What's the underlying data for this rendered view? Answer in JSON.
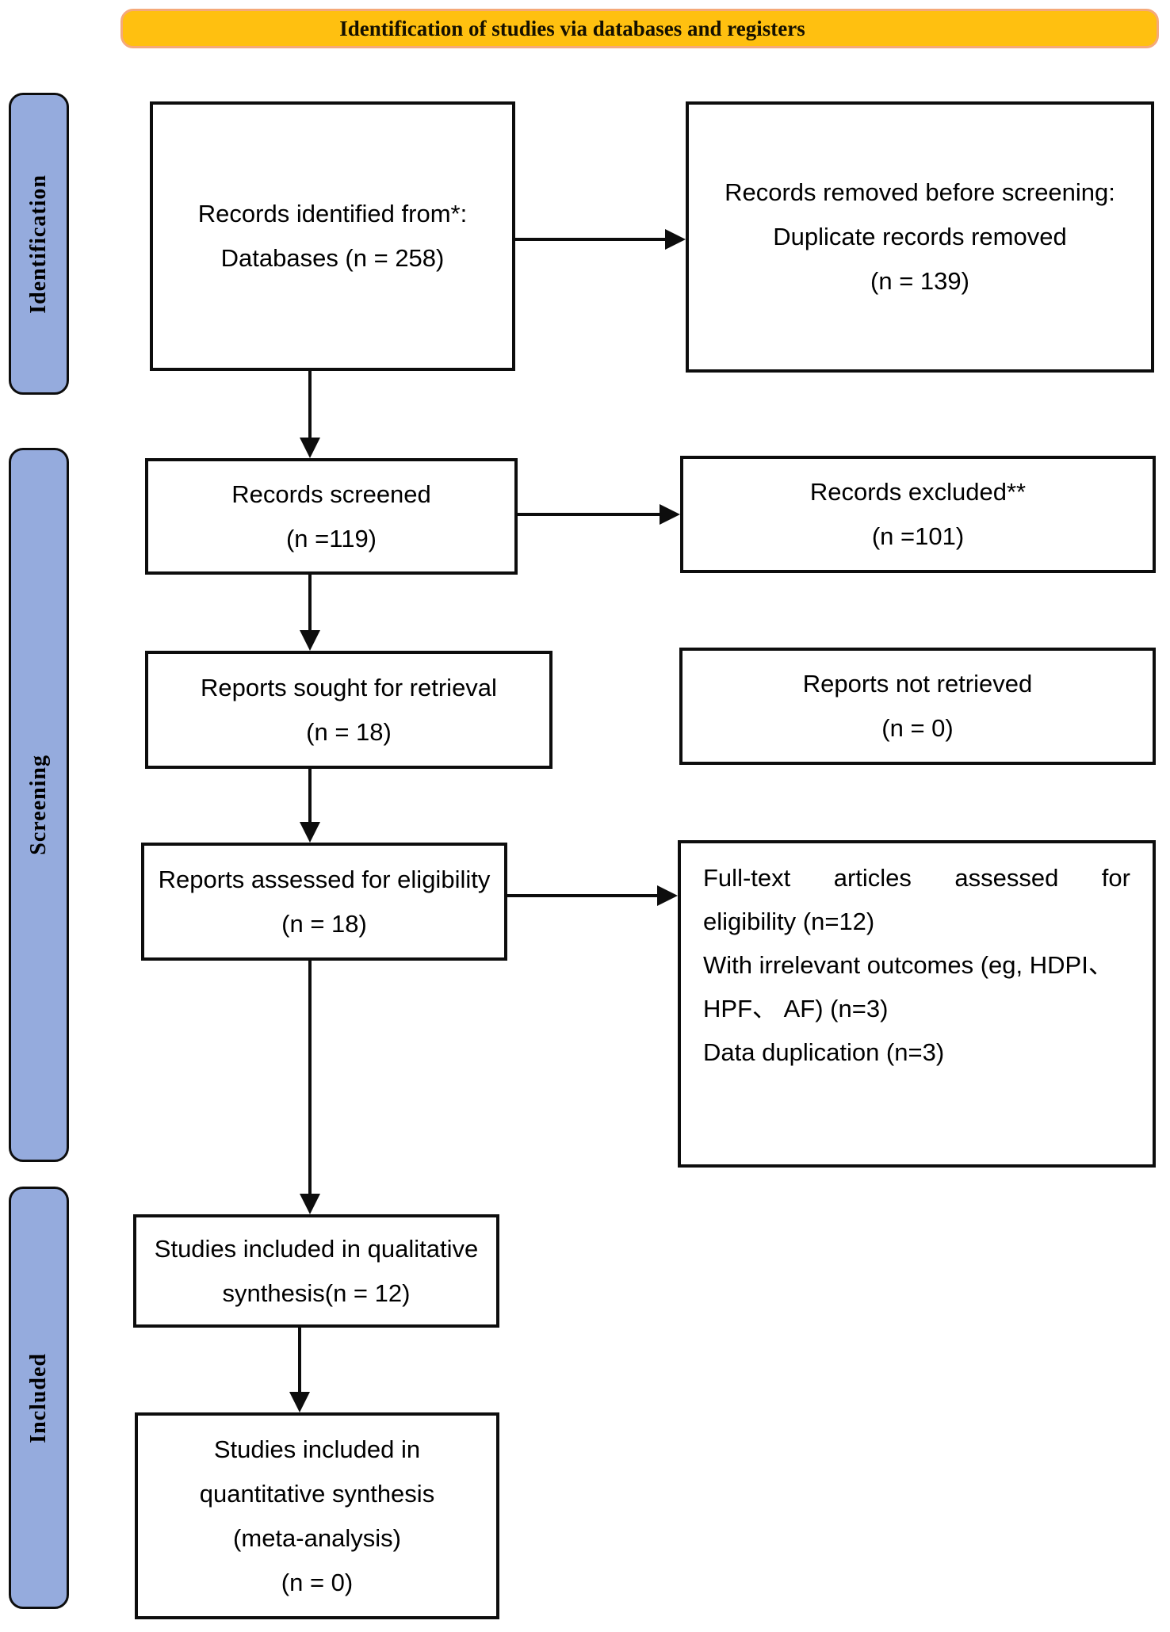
{
  "banner": {
    "title": "Identification of studies via databases and registers"
  },
  "stages": [
    {
      "label": "Identification"
    },
    {
      "label": "Screening"
    },
    {
      "label": "Included"
    }
  ],
  "boxes": {
    "records_identified": {
      "lines": [
        "Records identified from*:",
        "Databases (n = 258)"
      ]
    },
    "records_removed": {
      "lines": [
        "Records removed before screening:",
        "Duplicate records removed",
        "(n = 139)"
      ]
    },
    "records_screened": {
      "lines": [
        "Records screened",
        "(n =119)"
      ]
    },
    "records_excluded": {
      "lines": [
        "Records excluded**",
        "(n =101)"
      ]
    },
    "reports_sought": {
      "lines": [
        "Reports sought for retrieval",
        "(n = 18)"
      ]
    },
    "reports_not_retrieved": {
      "lines": [
        "Reports not retrieved",
        "(n = 0)"
      ]
    },
    "reports_assessed": {
      "lines": [
        "Reports assessed for eligibility",
        "(n = 18)"
      ]
    },
    "full_text_assessed": {
      "lines": [
        "Full-text articles assessed for",
        "eligibility (n=12)",
        "With irrelevant outcomes (eg, HDPI、",
        "HPF、 AF) (n=3)",
        "Data duplication (n=3)"
      ]
    },
    "qualitative_synthesis": {
      "lines": [
        "Studies included in qualitative",
        "synthesis(n = 12)"
      ]
    },
    "quantitative_synthesis": {
      "lines": [
        "Studies included in",
        "quantitative synthesis",
        "(meta-analysis)",
        "(n = 0)"
      ]
    }
  },
  "colors": {
    "banner_bg": "#FFC010",
    "banner_border": "#F5A97A",
    "stage_bg": "#95ABDD",
    "line_color": "#0d0d0d"
  }
}
